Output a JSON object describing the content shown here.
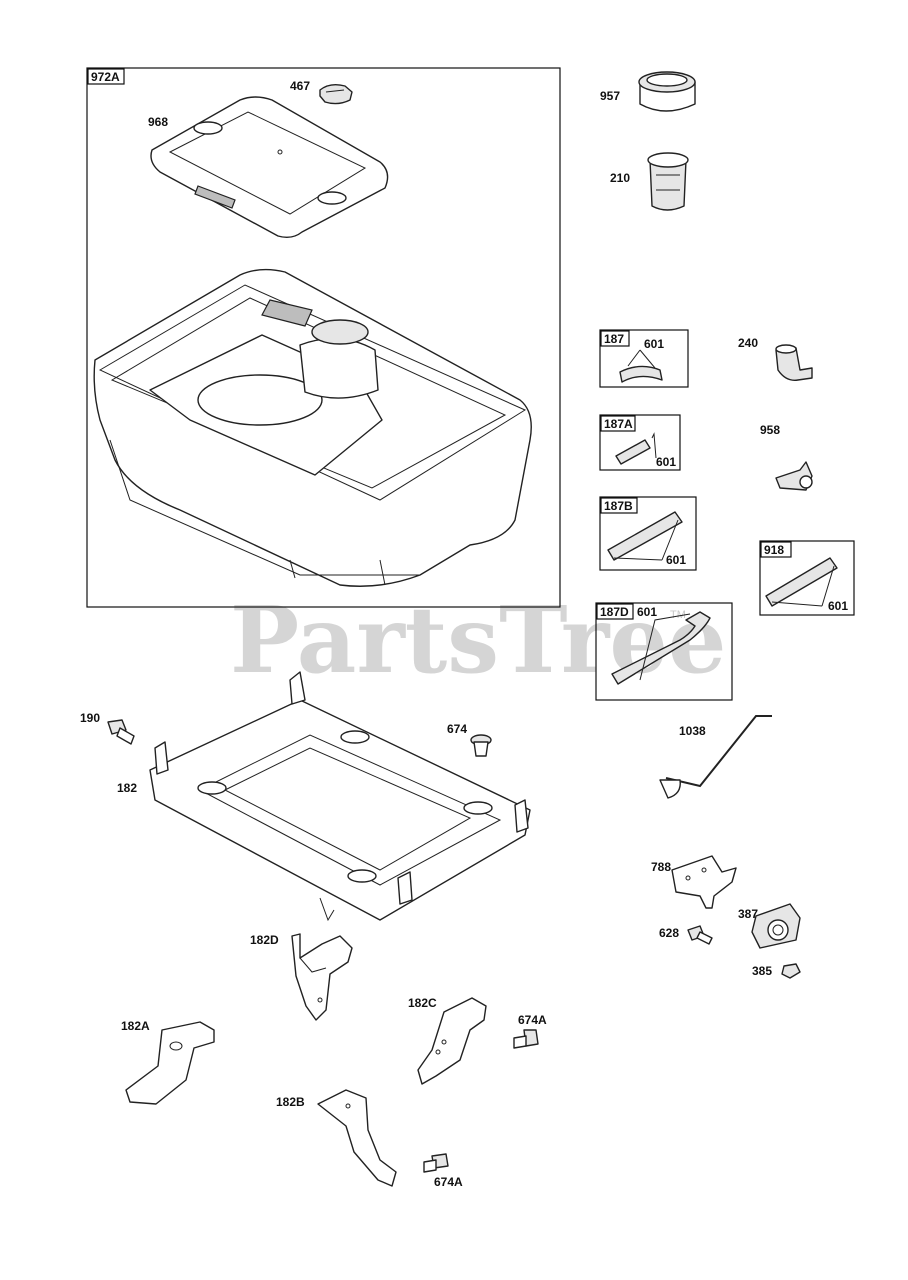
{
  "watermark": {
    "text": "PartsTree",
    "trademark": "TM"
  },
  "group_boxes": [
    {
      "id": "972A"
    },
    {
      "id": "187"
    },
    {
      "id": "187A"
    },
    {
      "id": "187B"
    },
    {
      "id": "187D"
    },
    {
      "id": "918"
    }
  ],
  "callouts": {
    "c467": "467",
    "c968": "968",
    "c957": "957",
    "c210": "210",
    "c601a": "601",
    "c240": "240",
    "c601b": "601",
    "c958": "958",
    "c601c": "601",
    "c601d": "601",
    "c601e": "601",
    "c190": "190",
    "c674": "674",
    "c1038": "1038",
    "c182": "182",
    "c788": "788",
    "c387": "387",
    "c628": "628",
    "c385": "385",
    "c182D": "182D",
    "c182C": "182C",
    "c674A1": "674A",
    "c182A": "182A",
    "c182B": "182B",
    "c674A2": "674A"
  }
}
